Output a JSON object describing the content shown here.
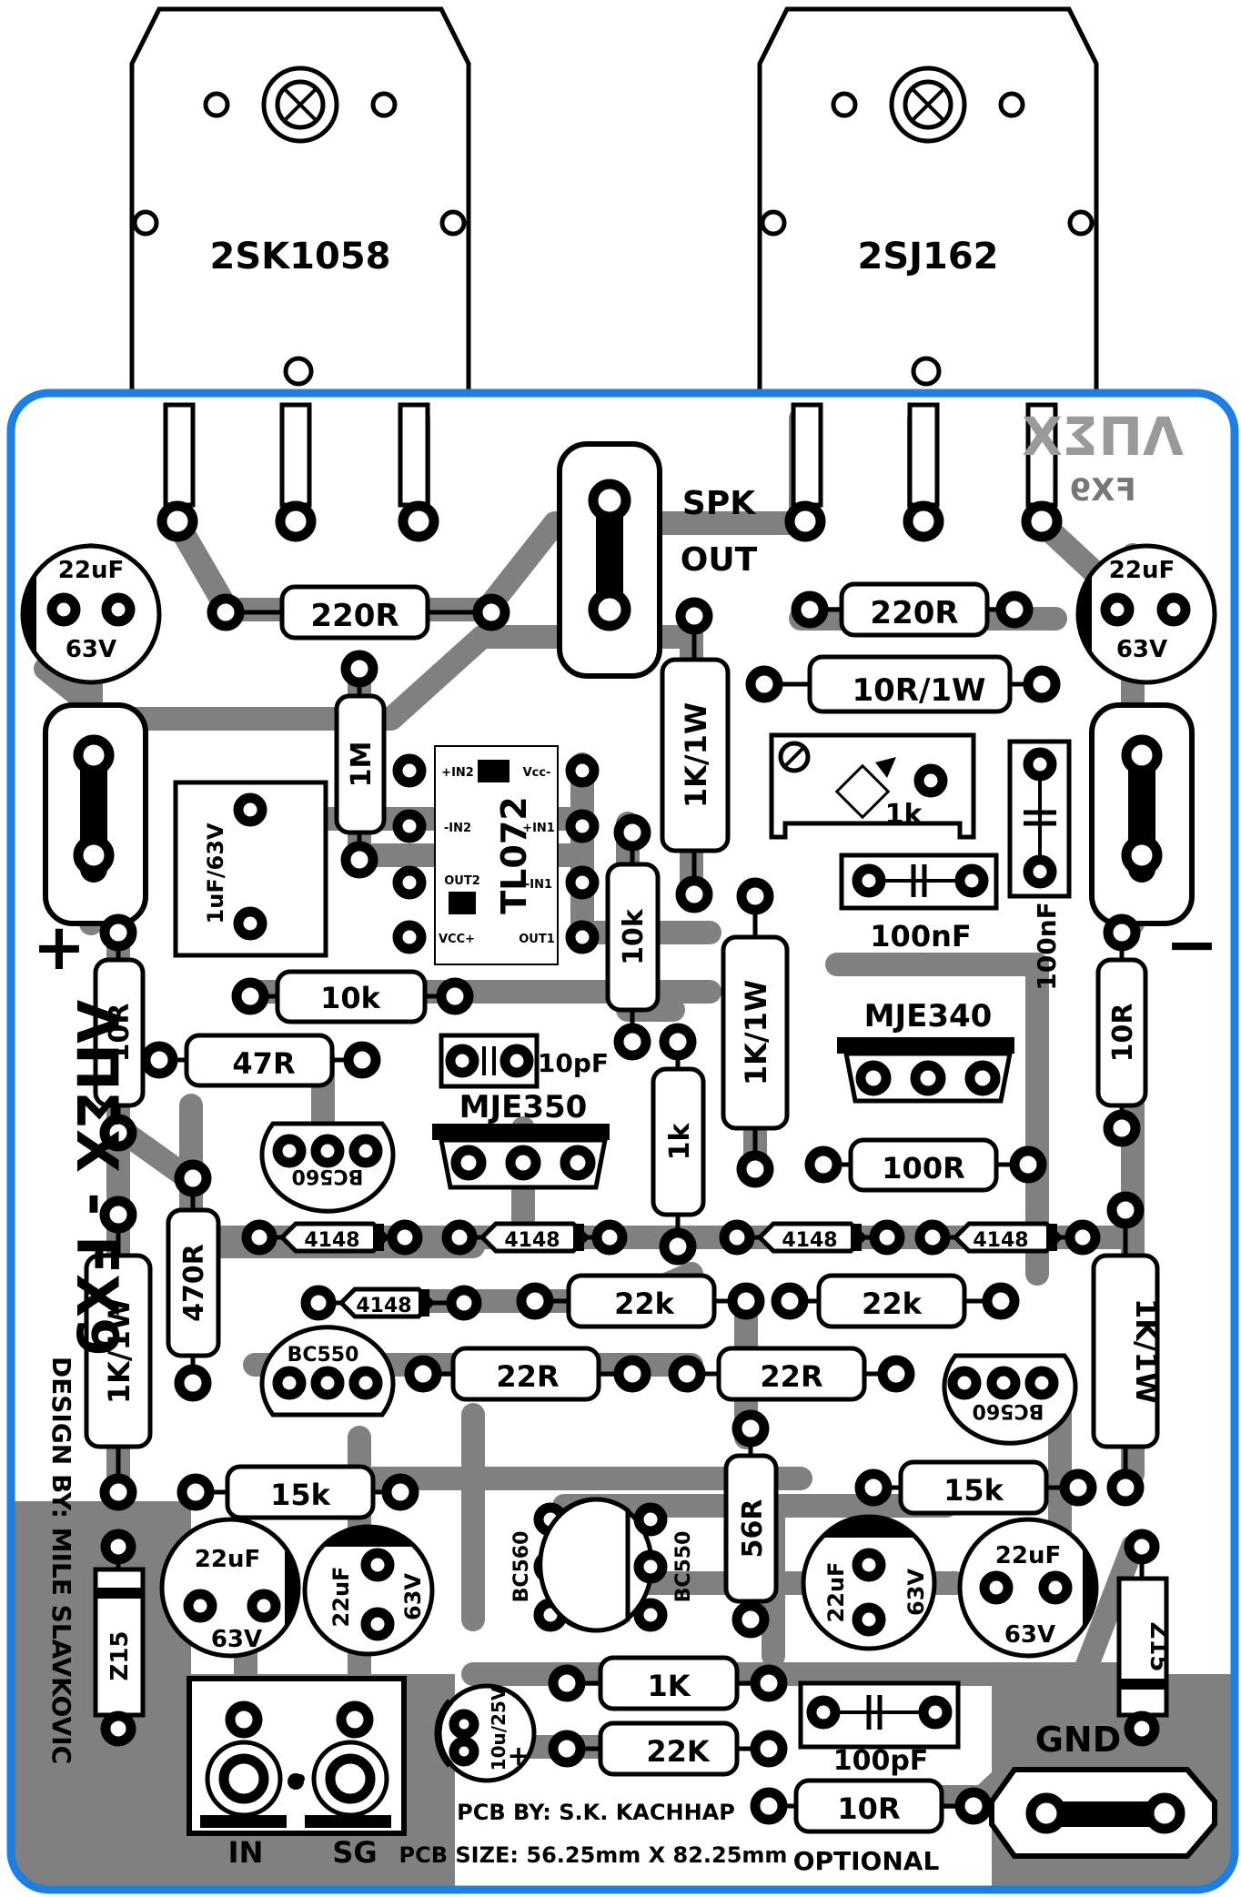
{
  "transistors": {
    "left_part": "2SK1058",
    "right_part": "2SJ162"
  },
  "labels": {
    "spk_1": "SPK",
    "spk_2": "OUT",
    "plus": "+",
    "minus": "−",
    "gnd": "GND",
    "in": "IN",
    "sg": "SG",
    "optional": "OPTIONAL",
    "pcb_by": "PCB BY: S.K. KACHHAP",
    "pcb_size": "PCB SIZE: 56.25mm X 82.25mm",
    "design_by": "DESIGN BY: MILE SLAVKOVIC",
    "title_side": "ΛΠΣX - FX9",
    "logo": "ΛΠΣX",
    "logo_model": "FX9"
  },
  "components": {
    "r220_left": "220R",
    "r220_right": "220R",
    "r10_1w": "10R/1W",
    "trim_1k": "1k",
    "r1m": "1M",
    "c1u": "1uF/63V",
    "r1k1w_a": "1K/1W",
    "r1k1w_b": "1K/1W",
    "r1k1w_left": "1K/1W",
    "r1k1w_right": "1K/1W",
    "c100n_h": "100nF",
    "c100n_v": "100nF",
    "ic": "TL072",
    "ic_pin_in2p": "+IN2",
    "ic_pin_in2n": "-IN2",
    "ic_pin_out2": "OUT2",
    "ic_pin_vccp": "VCC+",
    "ic_pin_vccn": "Vcc-",
    "ic_pin_in1p": "+IN1",
    "ic_pin_in1n": "-IN1",
    "ic_pin_out1": "OUT1",
    "r10k_v": "10k",
    "r10k_h": "10k",
    "mje340": "MJE340",
    "mje350": "MJE350",
    "c10p": "10pF",
    "r47": "47R",
    "r10_left": "10R",
    "r10_right": "10R",
    "bc560_a": "BC560",
    "bc560_b": "BC560",
    "bc560_c": "BC560",
    "bc550_a": "BC550",
    "bc550_b": "BC550",
    "r1k_v": "1k",
    "r100": "100R",
    "d4148_1": "4148",
    "d4148_2": "4148",
    "d4148_3": "4148",
    "d4148_4": "4148",
    "d4148_5": "4148",
    "r22k_a": "22k",
    "r22k_b": "22k",
    "r22k_c": "22K",
    "r470": "470R",
    "r22_a": "22R",
    "r22_b": "22R",
    "r15k_a": "15k",
    "r15k_b": "15k",
    "r56": "56R",
    "z15_a": "Z15",
    "z15_b": "Z15",
    "c22u_tl_v": "22uF",
    "c22u_tl_u": "63V",
    "c22u_tr_v": "22uF",
    "c22u_tr_u": "63V",
    "c22u_bl_v": "22uF",
    "c22u_bl_u": "63V",
    "c22u_bl2_v": "22uF",
    "c22u_bl2_u": "63V",
    "c22u_br_v": "22uF",
    "c22u_br_u": "63V",
    "c22u_br2_v": "22uF",
    "c22u_br2_u": "63V",
    "c10u": "10u/25V",
    "r1k_h": "1K",
    "c100p": "100pF",
    "r10_opt": "10R"
  },
  "colors": {
    "board_outline": "#1f7fe0",
    "board": "#ffffff",
    "traces": "#808080",
    "ink": "#000000"
  }
}
